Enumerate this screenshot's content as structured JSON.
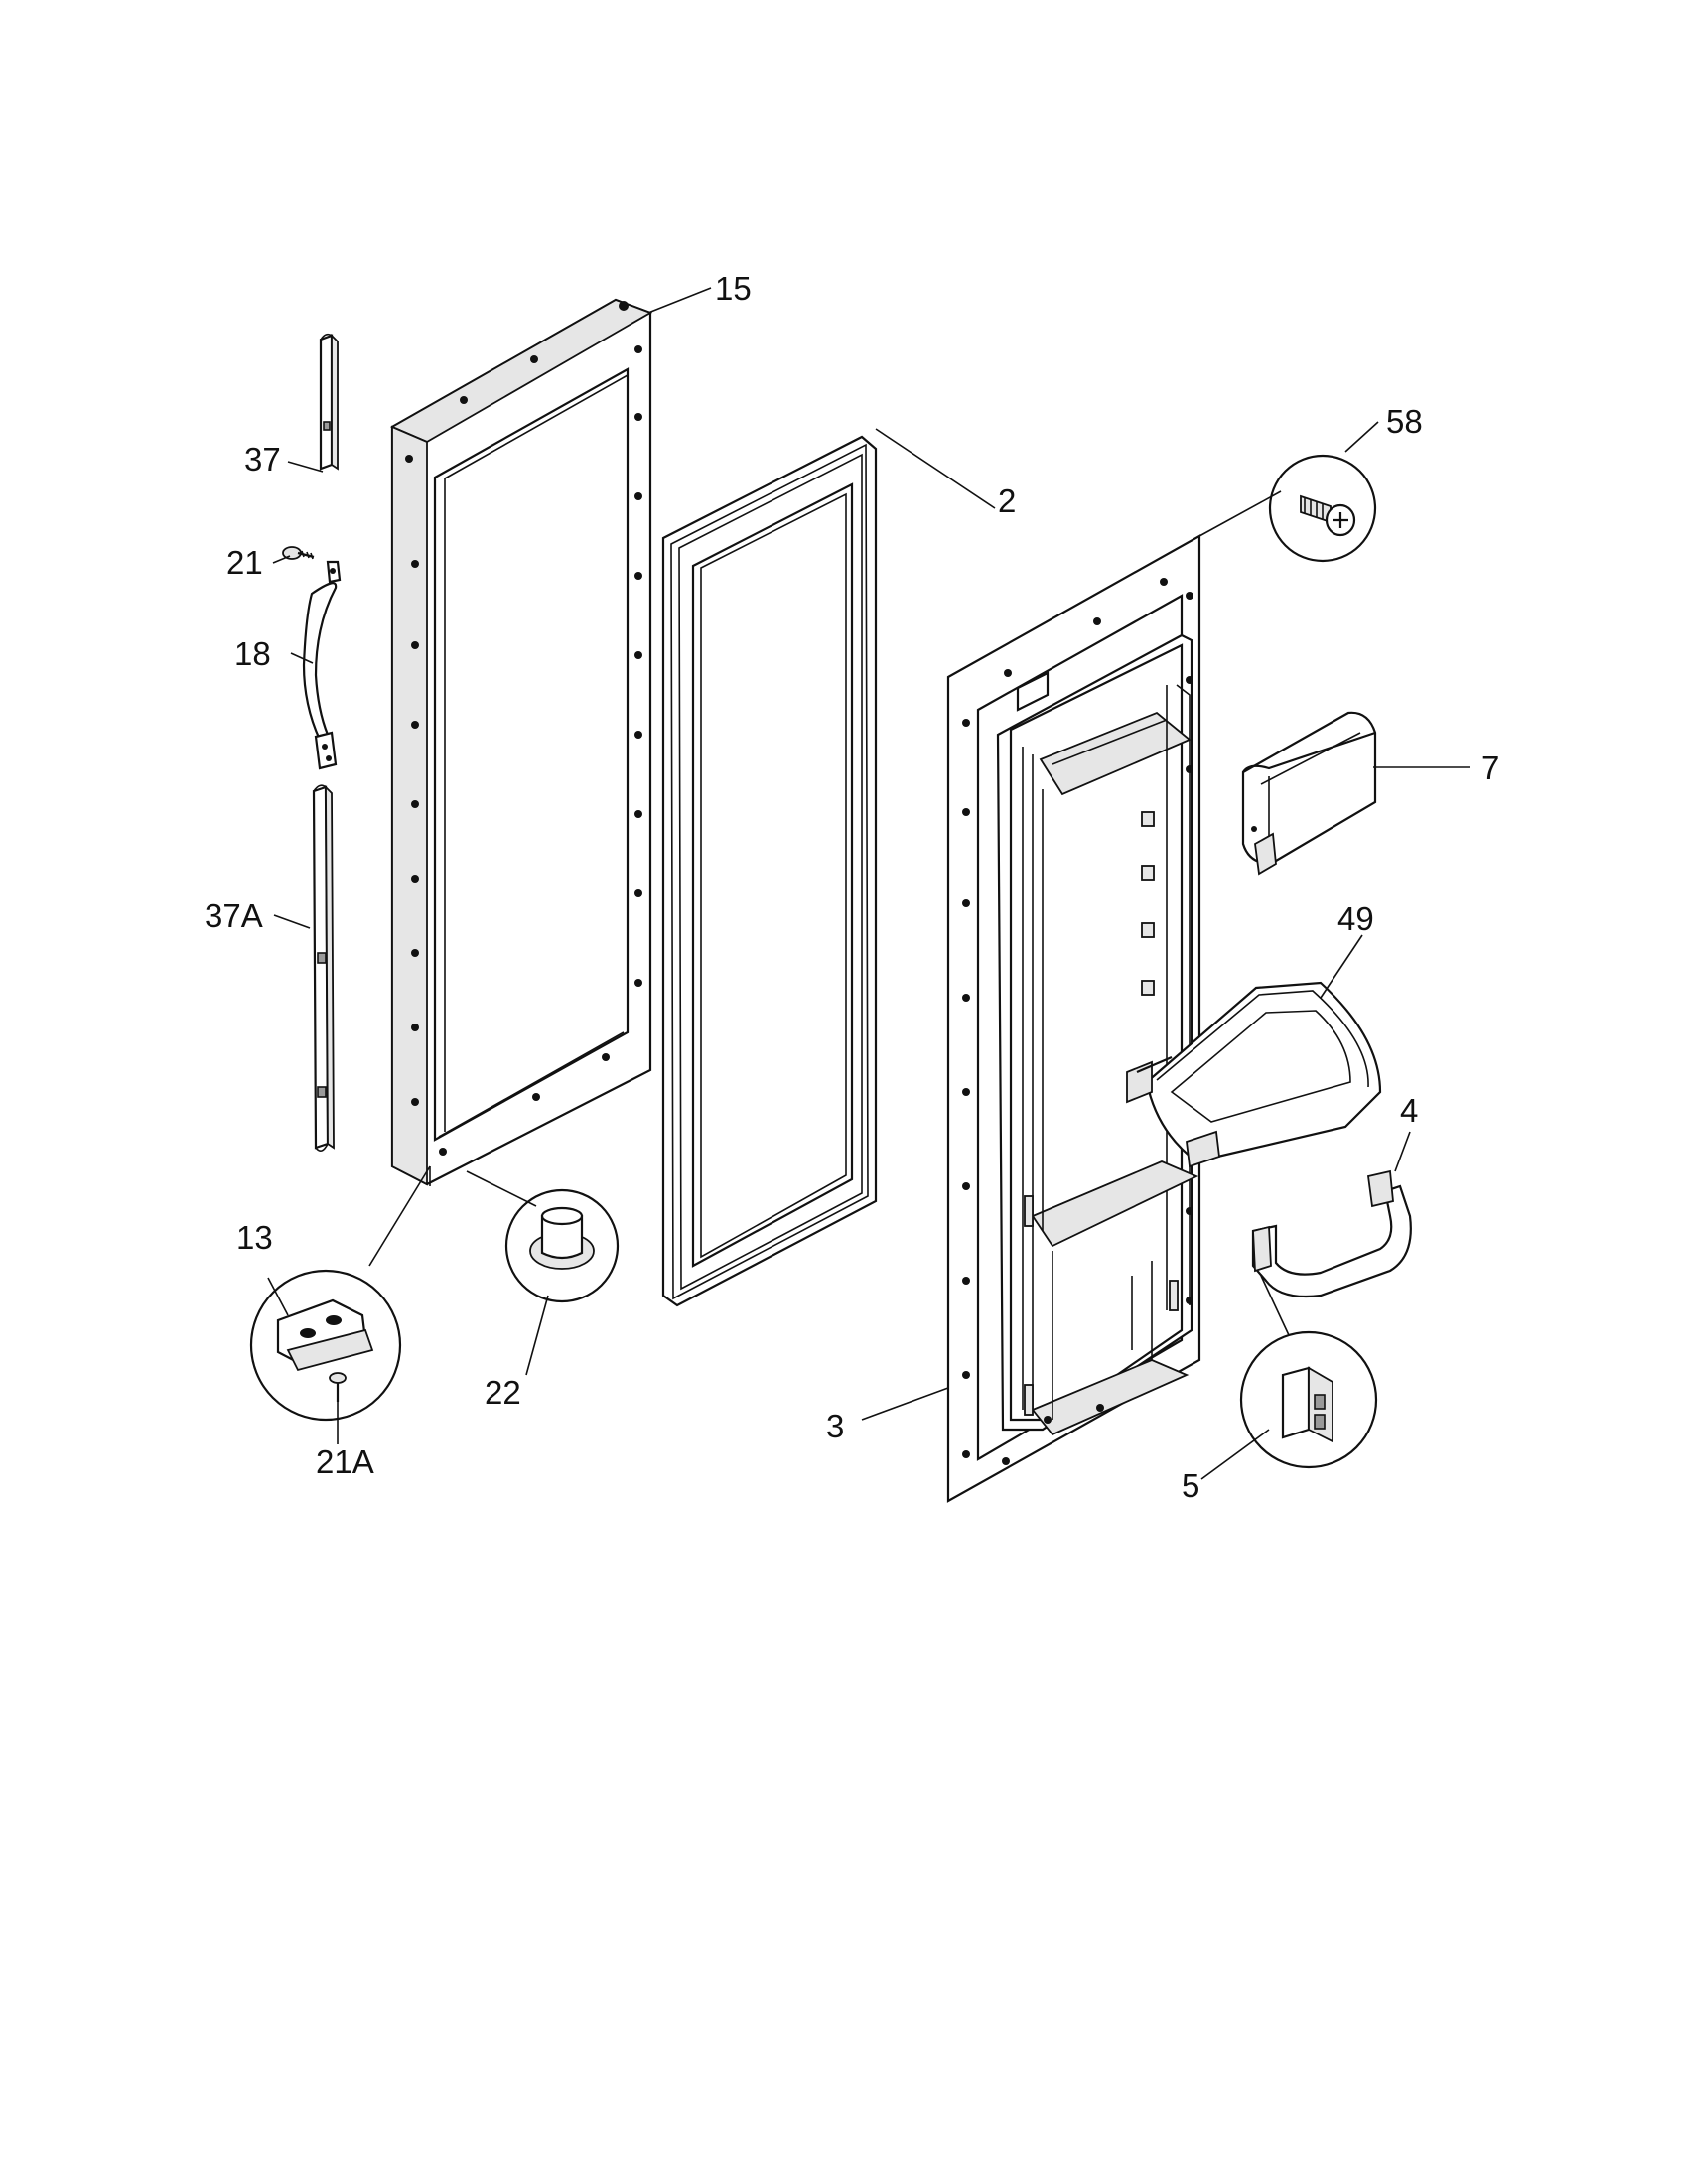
{
  "callouts": {
    "c15": "15",
    "c2": "2",
    "c58": "58",
    "c37": "37",
    "c21": "21",
    "c18": "18",
    "c7": "7",
    "c37a": "37A",
    "c49": "49",
    "c4": "4",
    "c13": "13",
    "c22": "22",
    "c3": "3",
    "c21a": "21A",
    "c5": "5"
  }
}
